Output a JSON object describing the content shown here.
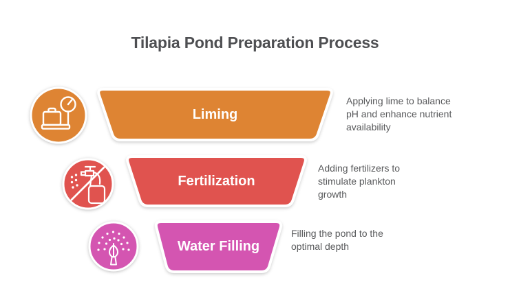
{
  "title": "Tilapia Pond Preparation Process",
  "colors": {
    "background": "#FFFFFF",
    "title_text": "#4E4F52",
    "description_text": "#58595B",
    "stage_label_text": "#FFFFFF",
    "liming": "#DE8433",
    "fertilization": "#E0534F",
    "water_filling": "#D455B1"
  },
  "stages": [
    {
      "label": "Liming",
      "color": "#DE8433",
      "icon": "luggage-scale-icon",
      "description_lines": [
        "Applying lime to balance",
        "pH and enhance nutrient",
        "availability"
      ]
    },
    {
      "label": "Fertilization",
      "color": "#E0534F",
      "icon": "no-spray-bottle-icon",
      "description_lines": [
        "Adding fertilizers to",
        "stimulate plankton",
        "growth"
      ]
    },
    {
      "label": "Water Filling",
      "color": "#D455B1",
      "icon": "water-sprinkler-icon",
      "description_lines": [
        "Filling the pond to the",
        "optimal depth"
      ]
    }
  ]
}
